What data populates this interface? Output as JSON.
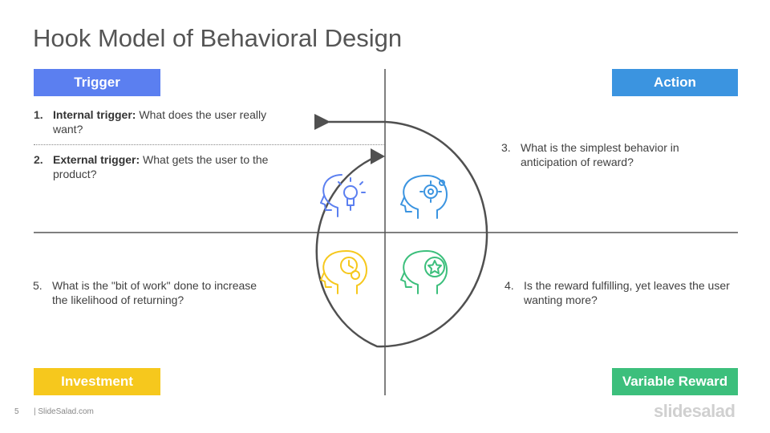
{
  "slide": {
    "title": "Hook Model of Behavioral Design",
    "page_number": "5",
    "footer_site": "| SlideSalad.com",
    "brand": "slidesalad"
  },
  "quadrants": {
    "trigger": {
      "label": "Trigger",
      "color": "#5b7ff0"
    },
    "action": {
      "label": "Action",
      "color": "#3b94e0"
    },
    "investment": {
      "label": "Investment",
      "color": "#f6c81d"
    },
    "variable_reward": {
      "label": "Variable Reward",
      "color": "#3cbf7c"
    }
  },
  "items": {
    "internal_trigger": {
      "num": "1.",
      "bold": "Internal trigger:",
      "text": " What does the user really want?"
    },
    "external_trigger": {
      "num": "2.",
      "bold": "External trigger:",
      "text": " What gets the user to the product?"
    },
    "action": {
      "num": "3.",
      "text": "What is the simplest behavior in anticipation of reward?"
    },
    "reward": {
      "num": "4.",
      "text": "Is the reward fulfilling, yet leaves the user wanting more?"
    },
    "investment": {
      "num": "5.",
      "text": "What is the \"bit of work\" done to increase the likelihood of returning?"
    }
  },
  "icons": {
    "trigger": "head-lightbulb-icon",
    "action": "head-gear-icon",
    "investment": "head-clock-coin-icon",
    "reward": "head-star-badge-icon"
  }
}
